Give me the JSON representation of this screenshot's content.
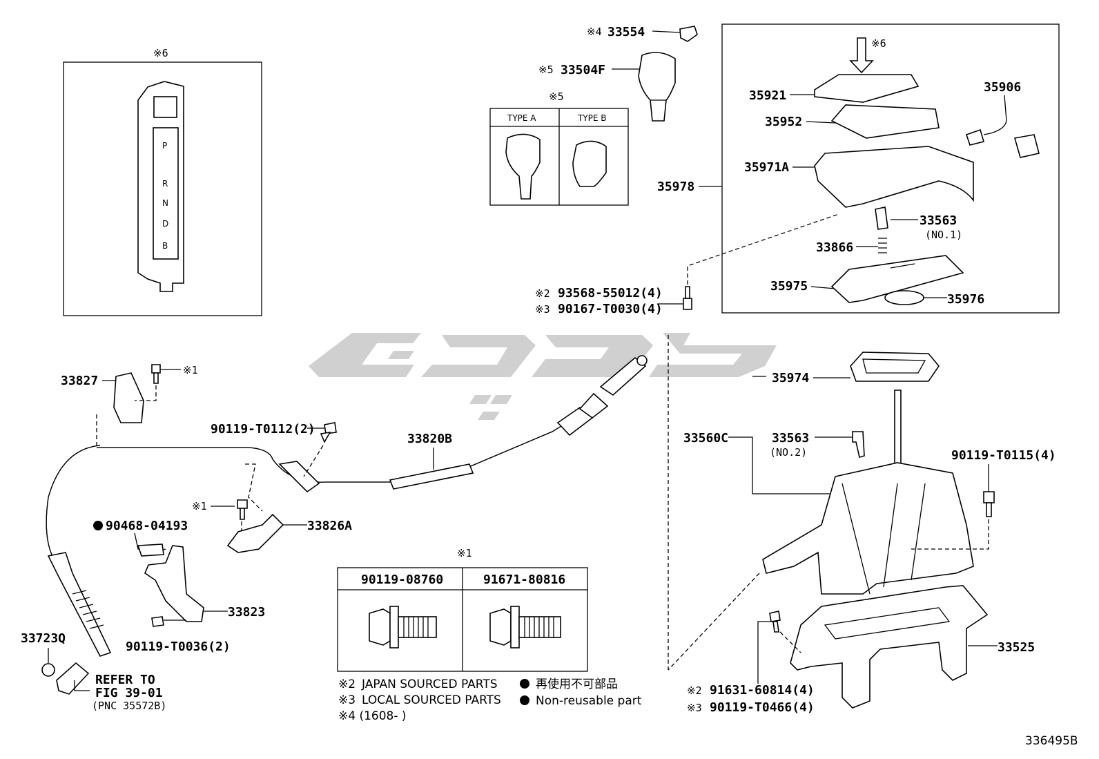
{
  "symbols": {
    "x": "※",
    "dot": "●"
  },
  "indicator_box": {
    "ref": "※6",
    "letters": [
      "P",
      "R",
      "N",
      "D",
      "B"
    ]
  },
  "knob_types": {
    "ref": "※5",
    "type_a": "TYPE A",
    "type_b": "TYPE B"
  },
  "bolt_table": {
    "ref": "※1",
    "col1": "90119-08760",
    "col2": "91671-80816"
  },
  "watermark": "ﻋﻠﯽ ﭘﺎﺭﺕ",
  "parts": {
    "p33554": "33554",
    "p33504F": "33504F",
    "p35921": "35921",
    "p35952": "35952",
    "p35906": "35906",
    "p35971A": "35971A",
    "p35978": "35978",
    "p33563": "33563",
    "p33866": "33866",
    "p35975": "35975",
    "p35976": "35976",
    "p35974": "35974",
    "p33560C": "33560C",
    "p33563b": "33563",
    "p33525": "33525",
    "p33827": "33827",
    "p33820B": "33820B",
    "p33826A": "33826A",
    "p33823": "33823",
    "p33723Q": "33723Q",
    "p90119_T0112": "90119-T0112(2)",
    "p90468": "90468-04193",
    "p90119_T0036": "90119-T0036(2)",
    "p93568": "93568-55012(4)",
    "p90167": "90167-T0030(4)",
    "p90119_T0115": "90119-T0115(4)",
    "p91631": "91631-60814(4)",
    "p90119_T0466": "90119-T0466(4)"
  },
  "refs": {
    "r1": "※1",
    "r2": "※2",
    "r3": "※3",
    "r4": "※4",
    "r5": "※5",
    "r6": "※6",
    "no1": "(NO.1)",
    "no2": "(NO.2)"
  },
  "refer": {
    "line1": "REFER TO",
    "line2": "FIG 39-01",
    "line3": "(PNC 35572B)"
  },
  "legend": {
    "l2_ref": "※2",
    "l2_text": "JAPAN SOURCED PARTS",
    "l3_ref": "※3",
    "l3_text": "LOCAL SOURCED PARTS",
    "l4": "※4 (1608-      )",
    "jp_text": "再使用不可部品",
    "en_text": "Non-reusable part"
  },
  "diagram_id": "336495B"
}
